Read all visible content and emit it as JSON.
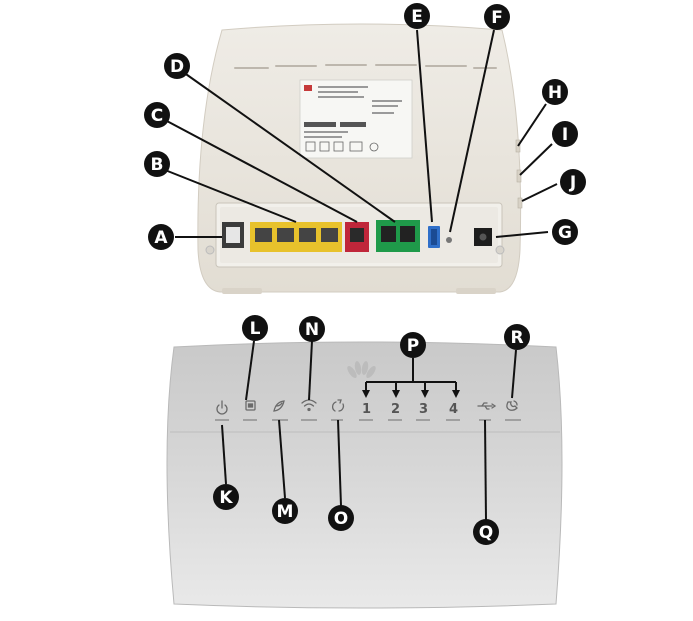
{
  "callouts": {
    "A": "A",
    "B": "B",
    "C": "C",
    "D": "D",
    "E": "E",
    "F": "F",
    "G": "G",
    "H": "H",
    "I": "I",
    "J": "J",
    "K": "K",
    "L": "L",
    "M": "M",
    "N": "N",
    "O": "O",
    "P": "P",
    "Q": "Q",
    "R": "R"
  },
  "front_panel": {
    "port_numbers": [
      "1",
      "2",
      "3",
      "4"
    ]
  },
  "colors": {
    "callout_fill": "#111111",
    "lan_port": "#e8c22c",
    "phone_port": "#1f9a4a",
    "dsl_port": "#c0263a",
    "usb_port": "#2f6fc9",
    "device_body": "#e6e1d8",
    "front_body": "#cfcfcf"
  },
  "icons": [
    "power-icon",
    "dsl-icon",
    "internet-icon",
    "wlan-icon",
    "wps-icon",
    "usb-icon",
    "voip-icon"
  ]
}
